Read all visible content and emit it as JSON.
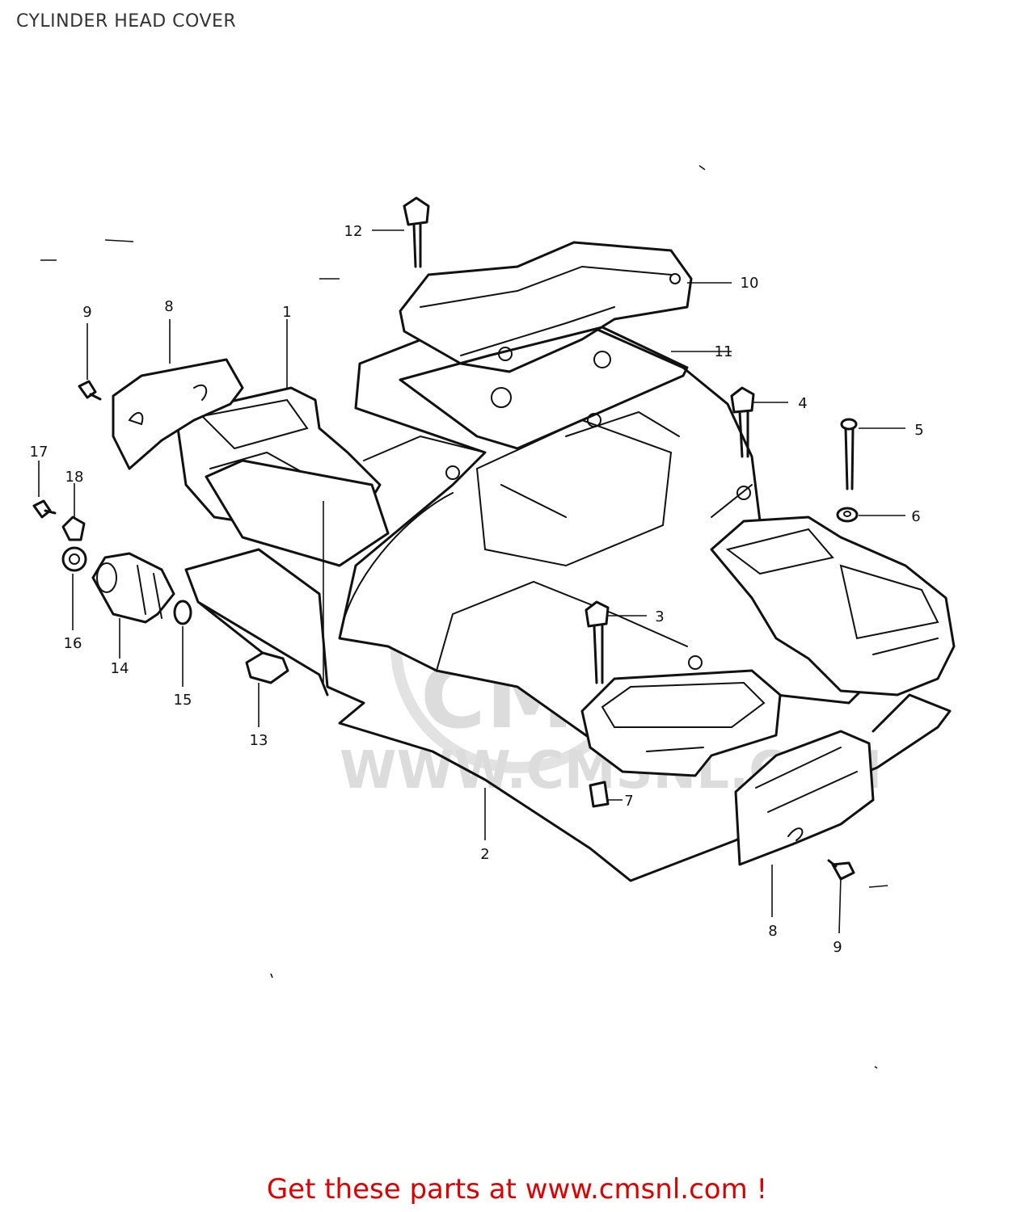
{
  "title": "CYLINDER HEAD COVER",
  "watermark": {
    "logo": "CMS",
    "url": "WWW.CMSNL.COM"
  },
  "callouts": {
    "c1": "1",
    "c2": "2",
    "c3": "3",
    "c4": "4",
    "c5": "5",
    "c6": "6",
    "c7": "7",
    "c8a": "8",
    "c8b": "8",
    "c9a": "9",
    "c9b": "9",
    "c10": "10",
    "c11": "11",
    "c12": "12",
    "c13": "13",
    "c14": "14",
    "c15": "15",
    "c16": "16",
    "c17": "17",
    "c18": "18"
  },
  "footer": {
    "link_text": "Get these parts at www.cmsnl.com !",
    "color": "#e00000"
  }
}
